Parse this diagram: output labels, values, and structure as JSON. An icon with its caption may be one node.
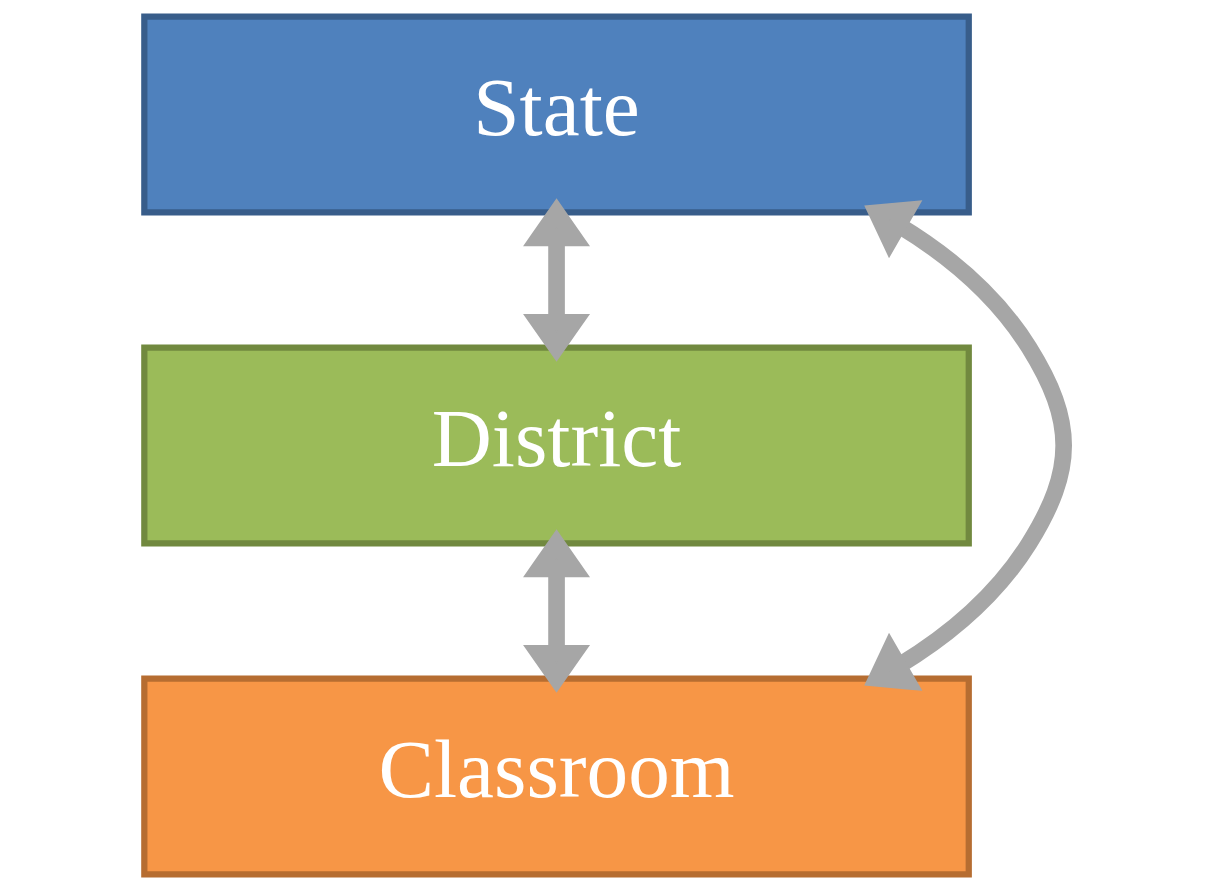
{
  "diagram": {
    "nodes": [
      {
        "text": [
          "State"
        ]
      },
      {
        "text": [
          "District"
        ]
      },
      {
        "text": [
          "Classroom"
        ]
      }
    ],
    "edges": [
      {
        "from": 0,
        "to": 1,
        "arrow": "both"
      },
      {
        "from": 1,
        "to": 2,
        "arrow": "both"
      },
      {
        "from": 0,
        "to": 2,
        "arrow": "both"
      }
    ]
  }
}
